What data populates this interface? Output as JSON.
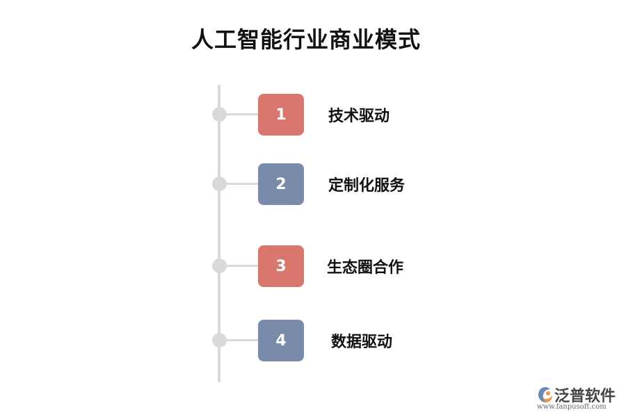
{
  "title": "人工智能行业商业模式",
  "colors": {
    "red_badge": "#d9766e",
    "blue_badge": "#7a8aab",
    "timeline": "#d9d9d9"
  },
  "steps": [
    {
      "number": "1",
      "label": "技术驱动",
      "color": "#d9766e"
    },
    {
      "number": "2",
      "label": "定制化服务",
      "color": "#7a8aab"
    },
    {
      "number": "3",
      "label": "生态圈合作",
      "color": "#d9766e"
    },
    {
      "number": "4",
      "label": "数据驱动",
      "color": "#7a8aab"
    }
  ],
  "watermark": {
    "name": "泛普软件",
    "url": "www.fanpusoft.com"
  }
}
